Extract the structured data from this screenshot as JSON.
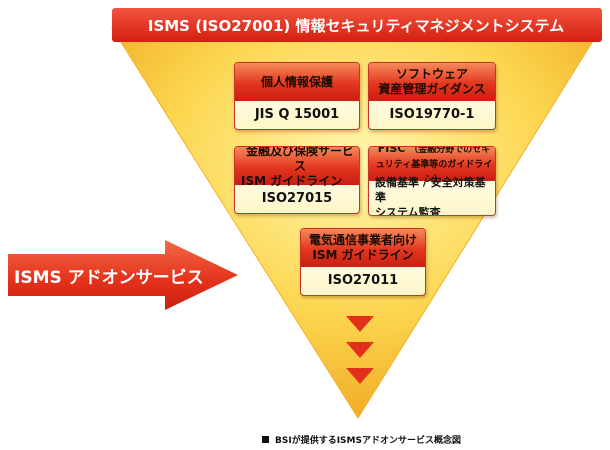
{
  "banner": {
    "title": "ISMS (ISO27001) 情報セキュリティマネジメントシステム"
  },
  "boxes": {
    "personal_info": {
      "title": "個人情報保護",
      "standard": "JIS Q 15001"
    },
    "software_asset": {
      "title_line1": "ソフトウェア",
      "title_line2": "資産管理ガイダンス",
      "standard": "ISO19770-1"
    },
    "finance": {
      "title_line1": "金融及び保険サービス",
      "title_line2": "ISM ガイドライン",
      "standard": "ISO27015"
    },
    "fisc": {
      "title_main": "FISC",
      "title_note": "（金融分野でのセキュリティ基準等のガイドライン）",
      "item_line1": "設備基準 / 安全対策基準",
      "item_line2": "システム監査"
    },
    "telecom": {
      "title_line1": "電気通信事業者向け",
      "title_line2": "ISM ガイドライン",
      "standard": "ISO27011"
    }
  },
  "arrow": {
    "label": "ISMS アドオンサービス"
  },
  "caption": {
    "text": "BSIが提供するISMSアドオンサービス概念図"
  },
  "colors": {
    "banner_red": "#e12b1a",
    "triangle_yellow": "#fbd24a",
    "arrow_red": "#e5301c"
  }
}
